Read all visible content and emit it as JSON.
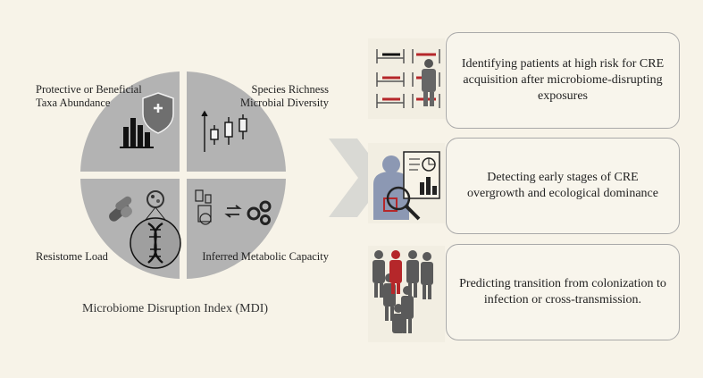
{
  "mdi": {
    "caption": "Microbiome Disruption Index (MDI)",
    "quadrants": [
      {
        "label_line1": "Protective or Beneficial",
        "label_line2": "Taxa Abundance",
        "icon": "shield-bar-chart-icon"
      },
      {
        "label_line1": "Species Richness",
        "label_line2": "Microbial Diversity",
        "icon": "boxplot-icon"
      },
      {
        "label_line1": "Resistome Load",
        "label_line2": "",
        "icon": "pills-dna-magnifier-icon"
      },
      {
        "label_line1": "Inferred Metabolic Capacity",
        "label_line2": "",
        "icon": "metabolic-gears-icon"
      }
    ],
    "colors": {
      "quadrant": "#b3b3b3",
      "background": "#f7f3e8",
      "accent_red": "#b5272a",
      "arrow": "#d9d9d4"
    }
  },
  "applications": [
    {
      "text": "Identifying patients at high risk for CRE acquisition after microbiome-disrupting exposures",
      "icon": "hospital-beds-doctor-icon"
    },
    {
      "text": "Detecting early stages of CRE overgrowth and ecological dominance",
      "icon": "patient-report-magnifier-icon"
    },
    {
      "text": "Predicting transition from colonization to infection or cross-transmission.",
      "icon": "crowd-transmission-icon"
    }
  ]
}
